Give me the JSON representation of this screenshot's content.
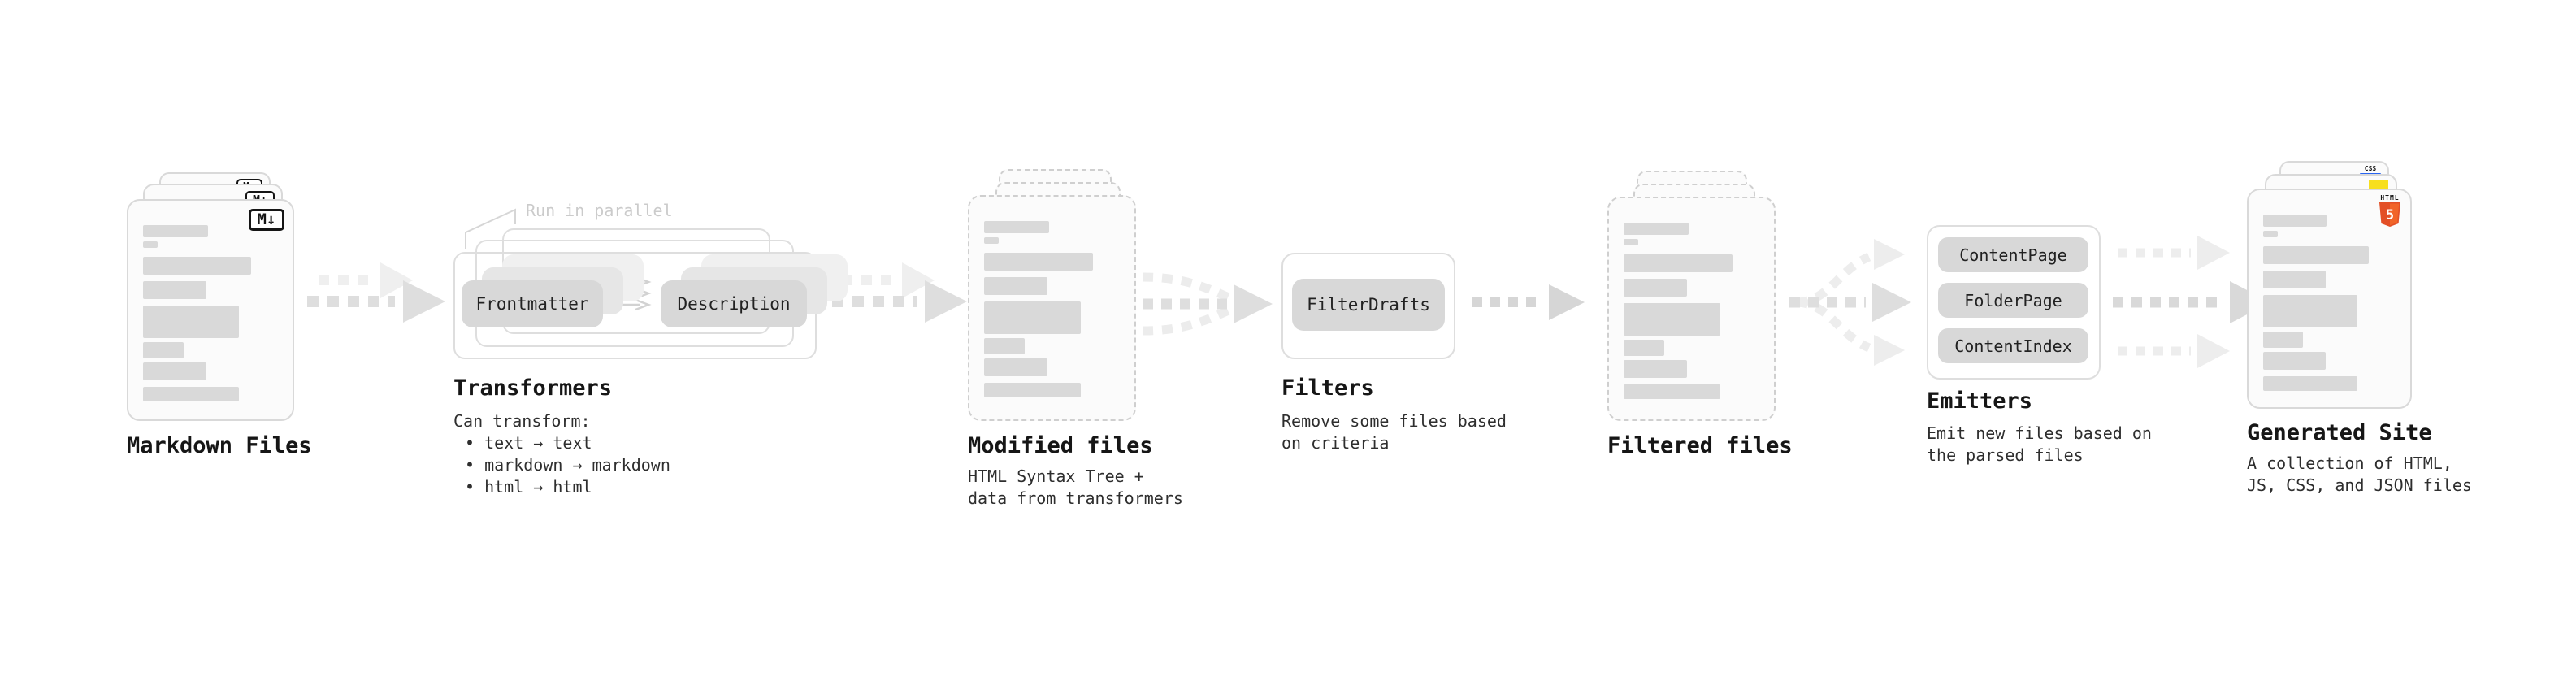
{
  "diagram": "static-site-generation-pipeline",
  "colors": {
    "background": "#ffffff",
    "skeleton_bar": "#d9d9d9",
    "card_border": "#d9d9d9",
    "pill_bg": "#d8d8d8",
    "title_text": "#161616",
    "caption_text": "#2e2e2e",
    "annotation_text": "#cbcbcb",
    "arrow_main": "#dedede",
    "arrow_light": "#efefef",
    "html5_orange": "#e34f26",
    "js_yellow": "#f7df1e",
    "css_blue": "#2965f1"
  },
  "skeleton_bars": [
    {
      "w": 0.48,
      "h": 15,
      "mt": 0
    },
    {
      "w": 0.11,
      "h": 8,
      "mt": 5
    },
    {
      "w": 0.8,
      "h": 22,
      "mt": 11
    },
    {
      "w": 0.47,
      "h": 22,
      "mt": 8
    },
    {
      "w": 0.71,
      "h": 40,
      "mt": 8
    },
    {
      "w": 0.3,
      "h": 20,
      "mt": 5
    },
    {
      "w": 0.47,
      "h": 22,
      "mt": 5
    },
    {
      "w": 0.71,
      "h": 18,
      "mt": 8
    }
  ],
  "sections": {
    "markdown_files": {
      "label": "Markdown Files",
      "badge": "M↓"
    },
    "transformers": {
      "label": "Transformers",
      "annotation": "Run in parallel",
      "pills": [
        "Frontmatter",
        "Description"
      ],
      "caption_lines": [
        "Can transform:",
        "• text → text",
        "• markdown → markdown",
        "• html → html"
      ]
    },
    "modified_files": {
      "label": "Modified files",
      "caption_lines": [
        "HTML Syntax Tree +",
        "data from transformers"
      ]
    },
    "filters": {
      "label": "Filters",
      "pills": [
        "FilterDrafts"
      ],
      "caption_lines": [
        "Remove some files based",
        "on criteria"
      ]
    },
    "filtered_files": {
      "label": "Filtered files"
    },
    "emitters": {
      "label": "Emitters",
      "pills": [
        "ContentPage",
        "FolderPage",
        "ContentIndex"
      ],
      "caption_lines": [
        "Emit new files based on",
        "the parsed files"
      ]
    },
    "generated_site": {
      "label": "Generated Site",
      "caption_lines": [
        "A collection of HTML,",
        "JS, CSS, and JSON files"
      ],
      "badges": {
        "css_label": "CSS",
        "html_logo_word": "HTML",
        "html_logo_number": "5"
      }
    }
  }
}
